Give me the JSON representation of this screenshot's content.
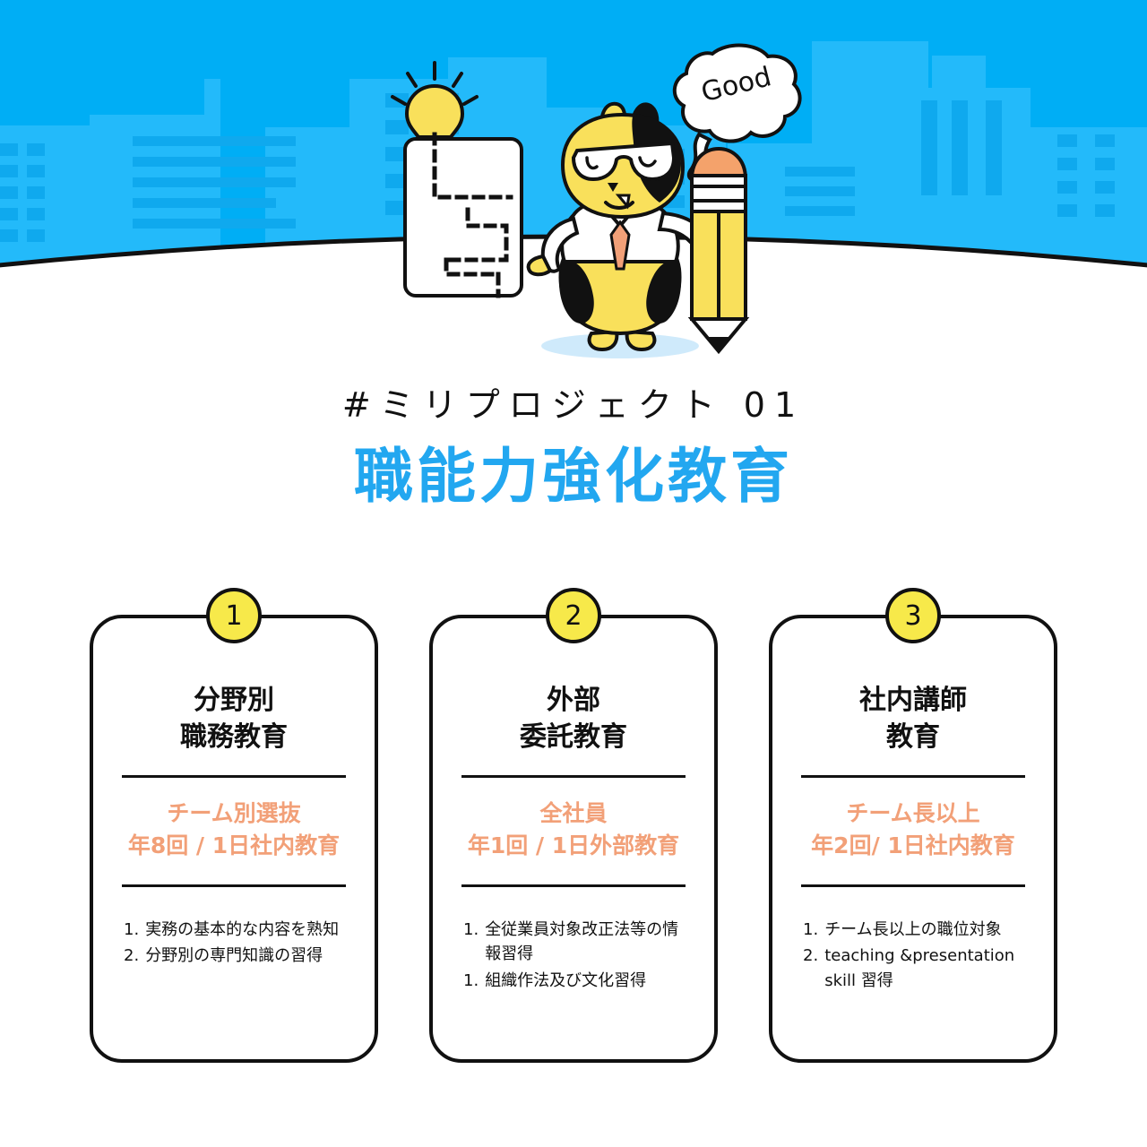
{
  "colors": {
    "sky": "#00AEF5",
    "sky_building": "#29BDFB",
    "sky_building_dark": "#14B3F7",
    "ground": "#FFFFFF",
    "outline": "#111111",
    "title_blue": "#22A7F0",
    "accent_orange": "#F2A078",
    "badge_yellow": "#F7E94A",
    "character_yellow": "#F9E05B",
    "eraser_orange": "#F4A26B"
  },
  "illustration": {
    "lightbulb_icon": "lightbulb-icon",
    "checklist_icon": "checklist-panel-icon",
    "mascot_icon": "mascot-character-icon",
    "pencil_icon": "pencil-icon",
    "speech_bubble_text": "Good"
  },
  "title": {
    "hashtag": "#ミリプロジェクト 01",
    "main": "職能力強化教育"
  },
  "cards": [
    {
      "number": "1",
      "heading": "分野別\n職務教育",
      "target": "チーム別選抜",
      "frequency": "年8回 / 1日社内教育",
      "items": [
        {
          "num": "1.",
          "text": "実務の基本的な内容を熟知"
        },
        {
          "num": "2.",
          "text": "分野別の専門知識の習得"
        }
      ]
    },
    {
      "number": "2",
      "heading": "外部\n委託教育",
      "target": "全社員",
      "frequency": "年1回 / 1日外部教育",
      "items": [
        {
          "num": "1.",
          "text": "全従業員対象改正法等の情報習得"
        },
        {
          "num": "1.",
          "text": "組織作法及び文化習得"
        }
      ]
    },
    {
      "number": "3",
      "heading": "社内講師\n教育",
      "target": "チーム長以上",
      "frequency": "年2回/ 1日社内教育",
      "items": [
        {
          "num": "1.",
          "text": "チーム長以上の職位対象"
        },
        {
          "num": "2.",
          "text": "teaching &presentation skill 習得"
        }
      ]
    }
  ]
}
